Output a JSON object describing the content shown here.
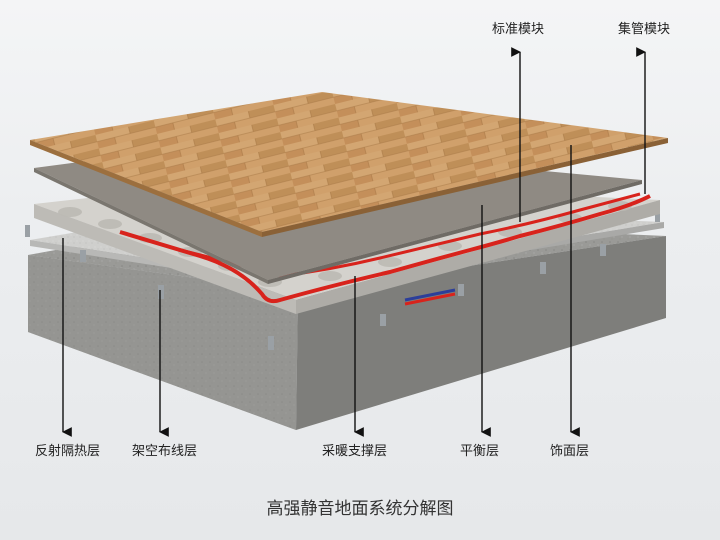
{
  "caption": "高强静音地面系统分解图",
  "labels": {
    "standard_module": "标准模块",
    "manifold_module": "集管模块",
    "reflective_layer": "反射隔热层",
    "raised_wiring_layer": "架空布线层",
    "heating_support_layer": "采暖支撑层",
    "leveling_layer": "平衡层",
    "finish_layer": "饰面层"
  },
  "colors": {
    "wood": "#c99a63",
    "leveling": "#8f8a83",
    "module": "#d4d2cd",
    "heating_pipe": "#d8231c",
    "reflective": "#cfcfcd",
    "concrete": "#9a9a97"
  }
}
